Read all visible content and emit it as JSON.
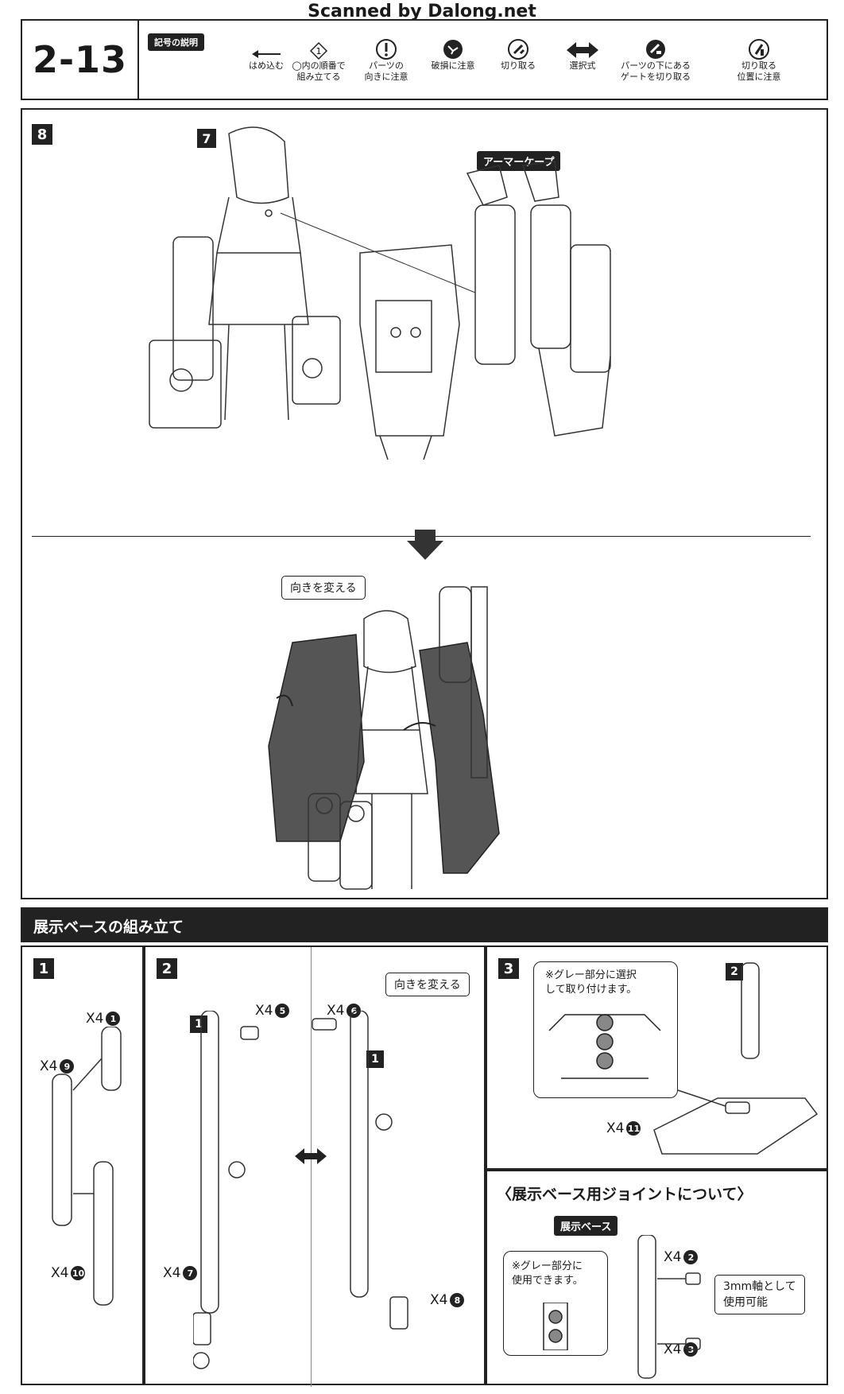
{
  "watermark": "Scanned by Dalong.net",
  "header": {
    "step": "2-13",
    "legend_title": "記号の説明",
    "legend": [
      {
        "icon": "arrow-left-icon",
        "label": "はめ込む"
      },
      {
        "icon": "circled-1-icon",
        "label": "◯内の順番で\n組み立てる"
      },
      {
        "icon": "caution-icon",
        "label": "パーツの\n向きに注意"
      },
      {
        "icon": "breakage-icon",
        "label": "破損に注意"
      },
      {
        "icon": "cut-icon",
        "label": "切り取る"
      },
      {
        "icon": "double-arrow-icon",
        "label": "選択式"
      },
      {
        "icon": "gate-cut-icon",
        "label": "パーツの下にある\nゲートを切り取る"
      },
      {
        "icon": "cut-position-icon",
        "label": "切り取る\n位置に注意"
      }
    ]
  },
  "step8": {
    "badge": "8",
    "sub_badge": "7",
    "part_label": "アーマーケープ",
    "callout": "向きを変える"
  },
  "base_section": {
    "title": "展示ベースの組み立て",
    "step1": {
      "badge": "1",
      "qty_a": "X4",
      "part_a": "1",
      "qty_b": "X4",
      "part_b": "9",
      "qty_c": "X4",
      "part_c": "10"
    },
    "step2": {
      "badge": "2",
      "ref": "1",
      "qty_a": "X4",
      "part_a": "5",
      "qty_b": "X4",
      "part_b": "7",
      "qty_c": "X4",
      "part_c": "6",
      "qty_d": "X4",
      "part_d": "8",
      "ref2": "1",
      "callout": "向きを変える"
    },
    "step3": {
      "badge": "3",
      "note": "※グレー部分に選択\nして取り付けます。",
      "ref": "2",
      "qty": "X4",
      "part": "11"
    },
    "joint": {
      "title": "〈展示ベース用ジョイントについて〉",
      "tag": "展示ベース",
      "note": "※グレー部分に\n使用できます。",
      "qty_a": "X4",
      "part_a": "2",
      "qty_b": "X4",
      "part_b": "3",
      "callout": "3mm軸として\n使用可能"
    }
  }
}
